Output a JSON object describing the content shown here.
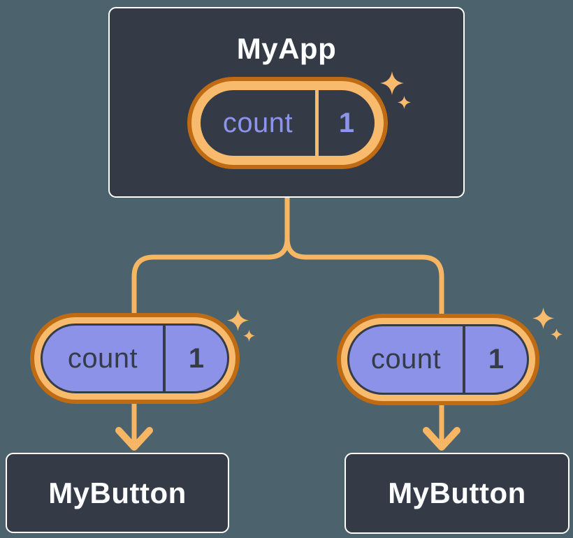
{
  "diagram": {
    "app": {
      "title": "MyApp",
      "state": {
        "name": "count",
        "value": "1"
      }
    },
    "children": [
      {
        "title": "MyButton",
        "prop": {
          "name": "count",
          "value": "1"
        }
      },
      {
        "title": "MyButton",
        "prop": {
          "name": "count",
          "value": "1"
        }
      }
    ]
  },
  "colors": {
    "background": "#4C636D",
    "node_fill": "#343A46",
    "node_border": "#FFFFFF",
    "node_text": "#FCFDFE",
    "pill_ring_light": "#F8BA6C",
    "pill_ring_dark": "#BE6B13",
    "pill_fill_periwinkle": "#8B92E8",
    "pill_text_periwinkle": "#8C95EB",
    "pill_text_dark": "#353C47",
    "connector": "#F6B664",
    "sparkle": "#F8BA6C"
  },
  "icons": {
    "sparkle": "four-point-star-sparkle",
    "arrowhead": "chevron-down-arrowhead"
  }
}
